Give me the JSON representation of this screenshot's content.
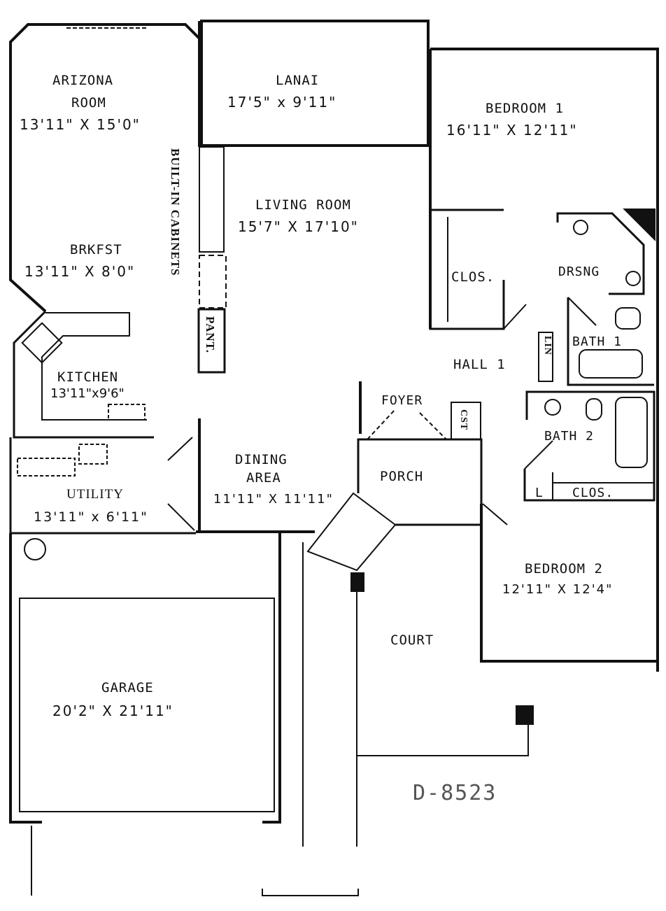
{
  "plan_code": "D-8523",
  "rooms": {
    "arizona": {
      "name_line1": "ARIZONA",
      "name_line2": "ROOM",
      "dims": "13'11\" X 15'0\""
    },
    "lanai": {
      "name": "LANAI",
      "dims": "17'5\" x 9'11\""
    },
    "bedroom1": {
      "name": "BEDROOM 1",
      "dims": "16'11\" X 12'11\""
    },
    "living": {
      "name": "LIVING ROOM",
      "dims": "15'7\" X 17'10\""
    },
    "brkfst": {
      "name": "BRKFST",
      "dims": "13'11\" X 8'0\""
    },
    "kitchen": {
      "name": "KITCHEN",
      "dims": "13'11\"x9'6\""
    },
    "utility": {
      "name": "UTILITY",
      "dims": "13'11\" x 6'11\""
    },
    "dining": {
      "name_line1": "DINING",
      "name_line2": "AREA",
      "dims": "11'11\" X 11'11\""
    },
    "porch": {
      "name": "PORCH"
    },
    "foyer": {
      "name": "FOYER"
    },
    "hall": {
      "name": "HALL 1"
    },
    "closet1": {
      "name": "CLOS."
    },
    "drsng": {
      "name": "DRSNG"
    },
    "bath1": {
      "name": "BATH 1"
    },
    "bath2": {
      "name": "BATH 2"
    },
    "closet2": {
      "name": "CLOS."
    },
    "linen_l": {
      "name": "L"
    },
    "bedroom2": {
      "name": "BEDROOM 2",
      "dims": "12'11\" X 12'4\""
    },
    "court": {
      "name": "COURT"
    },
    "garage": {
      "name": "GARAGE",
      "dims": "20'2\" X 21'11\""
    }
  },
  "fixtures": {
    "cabinets": "BUILT-IN CABINETS",
    "pantry": "PANT.",
    "linen": "LIN",
    "coat_closet": "CST"
  }
}
